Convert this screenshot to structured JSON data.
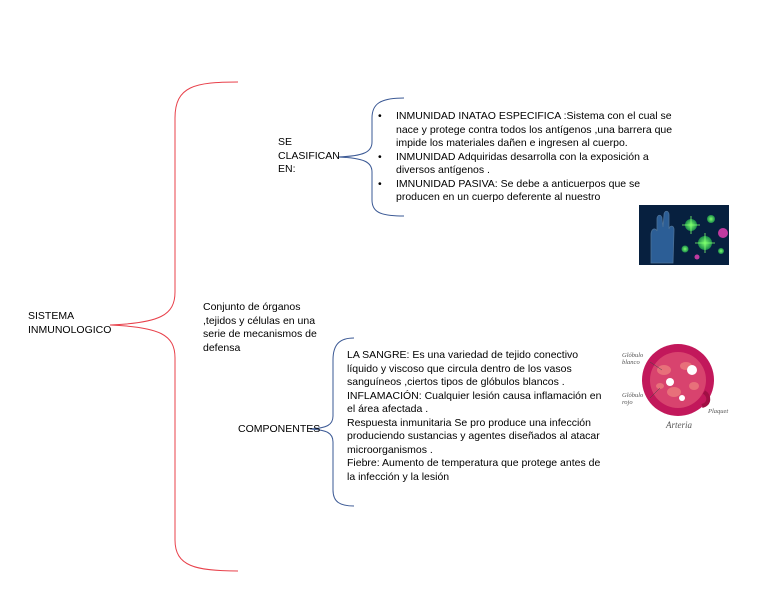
{
  "root": {
    "label": "SISTEMA INMUNOLOGICO"
  },
  "definition": "Conjunto de órganos ,tejidos y células en una serie de mecanismos de defensa",
  "classification": {
    "label": "SE CLASIFICAN EN:",
    "items": [
      "INMUNIDAD INATAO ESPECIFICA :Sistema con el cual se nace y protege contra todos los antígenos ,una barrera que impide los materiales dañen e  ingresen al cuerpo.",
      "INMUNIDAD Adquiridas desarrolla con la exposición a diversos antígenos .",
      "IMNUNIDAD PASIVA: Se debe a anticuerpos que se producen en un cuerpo deferente al nuestro"
    ]
  },
  "components": {
    "label": "COMPONENTES",
    "lines": [
      "LA SANGRE: Es una variedad de tejido conectivo líquido y viscoso que circula dentro de los vasos sanguíneos ,ciertos tipos de glóbulos blancos .",
      "INFLAMACIÓN: Cualquier lesión causa inflamación en el área afectada .",
      "Respuesta inmunitaria Se  pro produce una infección produciendo sustancias y agentes diseñados al atacar microorganismos .",
      "Fiebre: Aumento de temperatura que protege antes de la infección y la lesión"
    ]
  },
  "artery_image": {
    "label_white": "Glóbulo blanco",
    "label_red": "Glóbulo rojo",
    "label_plaque": "Plaquet",
    "caption": "Arteria"
  },
  "colors": {
    "main_brace": "#e8404a",
    "sub_brace": "#3a5894",
    "artery": "#c2185b",
    "virus_bg": "#07203f"
  }
}
